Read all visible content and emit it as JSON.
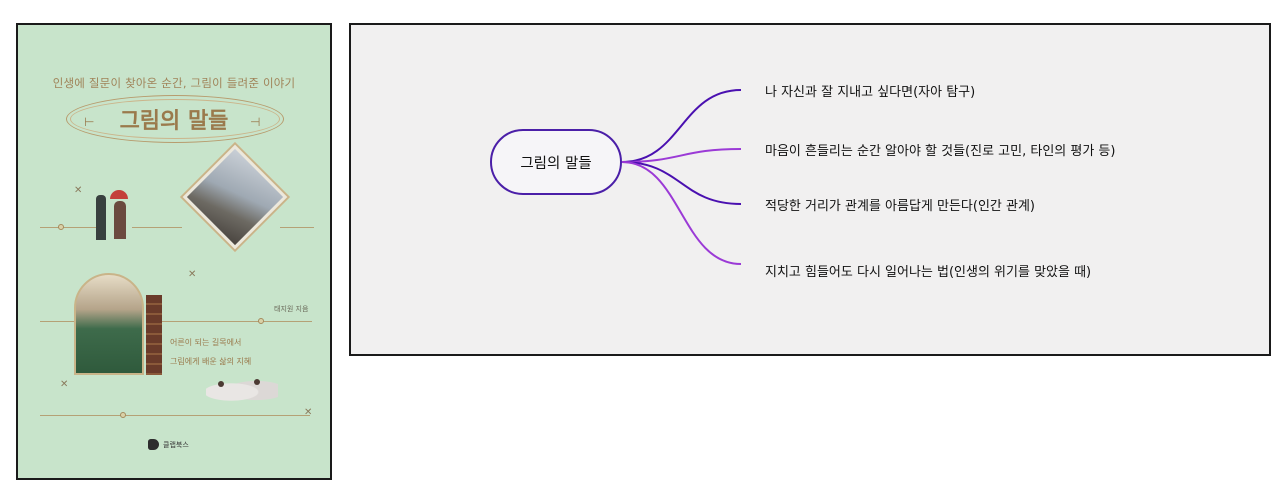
{
  "book_cover": {
    "subtitle": "인생에 질문이 찾아온 순간, 그림이 들려준 이야기",
    "title": "그림의 말들",
    "title_ornament_left": "⊢",
    "title_ornament_right": "⊣",
    "author": "태지원 지음",
    "tagline_line1": "어른이 되는 길목에서",
    "tagline_line2": "그림에게 배운 삶의 지혜",
    "publisher": "클랩북스"
  },
  "mind_map": {
    "center": "그림의 말들",
    "branches": [
      "나 자신과 잘 지내고 싶다면(자아 탐구)",
      "마음이 흔들리는 순간 알아야 할 것들(진로 고민, 타인의 평가 등)",
      "적당한 거리가 관계를 아름답게 만든다(인간 관계)",
      "지치고 힘들어도 다시 일어나는 법(인생의 위기를 맞았을 때)"
    ],
    "colors": {
      "node_border": "#4b1fa8",
      "branch_dark": "#4a10b0",
      "branch_light": "#9b3ad6"
    }
  }
}
